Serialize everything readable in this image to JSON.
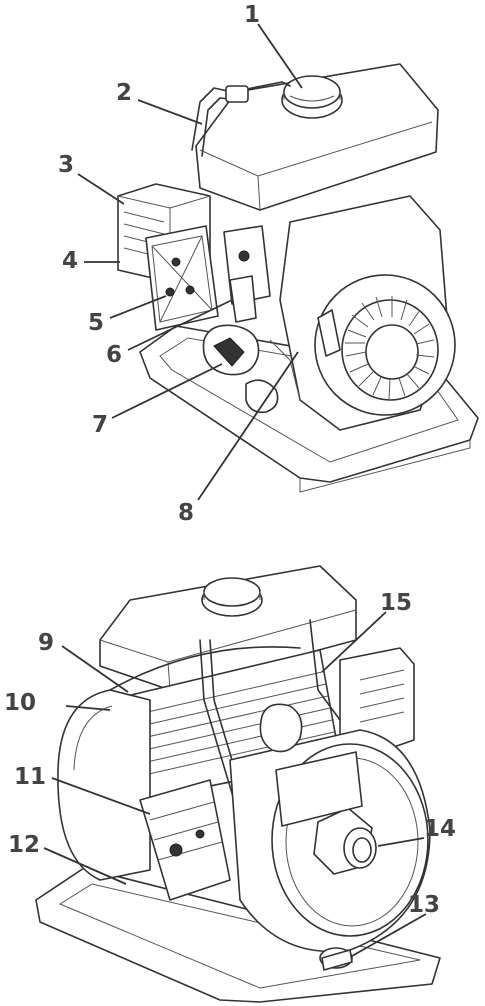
{
  "callouts": {
    "c1": "1",
    "c2": "2",
    "c3": "3",
    "c4": "4",
    "c5": "5",
    "c6": "6",
    "c7": "7",
    "c8": "8",
    "c9": "9",
    "c10": "10",
    "c11": "11",
    "c12": "12",
    "c13": "13",
    "c14": "14",
    "c15": "15"
  },
  "colors": {
    "line": "#333333",
    "label": "#444444",
    "background": "#ffffff"
  }
}
